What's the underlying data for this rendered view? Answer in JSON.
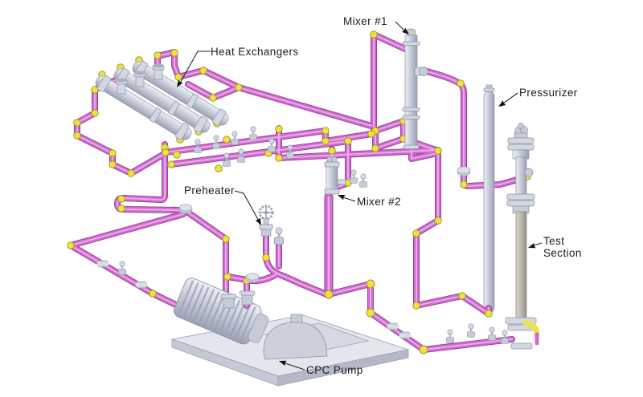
{
  "meta": {
    "title": "Isometric CAD piping diagram of a pumped test loop",
    "diagram_type": "3d-isometric-piping"
  },
  "colors": {
    "background": "#ffffff",
    "pipe": "#cf6bcf",
    "pipeDark": "#933f93",
    "pipeHi": "#f0b6f0",
    "fitting": "#efe23e",
    "fittingDark": "#a6982c",
    "equipment": "#c7cbd8",
    "equipmentEdge": "#8d93a6",
    "testSectionTube": "#c3beb4",
    "label": "#1c1c1c"
  },
  "labels": {
    "heat_exchangers": "Heat Exchangers",
    "mixer1": "Mixer #1",
    "pressurizer": "Pressurizer",
    "preheater": "Preheater",
    "mixer2": "Mixer #2",
    "test_section_line1": "Test",
    "test_section_line2": "Section",
    "cpc_pump": "CPC Pump"
  },
  "equipment_list": [
    "Heat Exchangers",
    "Mixer #1",
    "Mixer #2",
    "Pressurizer",
    "Preheater",
    "Test Section",
    "CPC Pump"
  ]
}
